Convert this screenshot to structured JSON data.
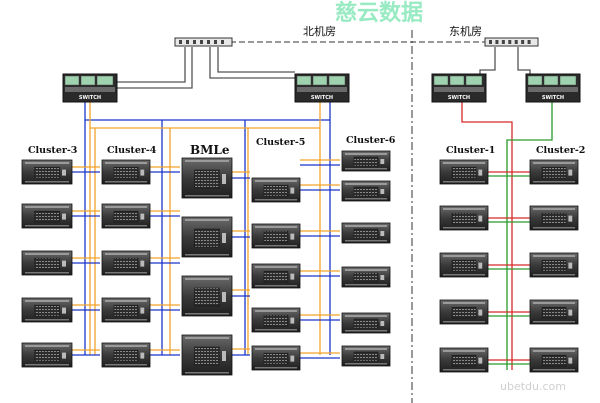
{
  "watermark": {
    "text": "慈云数据",
    "corner_text": "ubetdu.com"
  },
  "rooms": {
    "north": "北机房",
    "east": "东机房"
  },
  "switch_label": "SWITCH",
  "clusters": {
    "c3": "Cluster-3",
    "c4": "Cluster-4",
    "bmle": "BMLe",
    "c5": "Cluster-5",
    "c6": "Cluster-6",
    "c1": "Cluster-1",
    "c2": "Cluster-2"
  },
  "colors": {
    "blue_link": "#1a35c9",
    "orange_link": "#f2a52a",
    "red_link": "#d62b2b",
    "green_link": "#2a9a2a",
    "divider": "#333333",
    "server_body": "#3c3c3c"
  }
}
